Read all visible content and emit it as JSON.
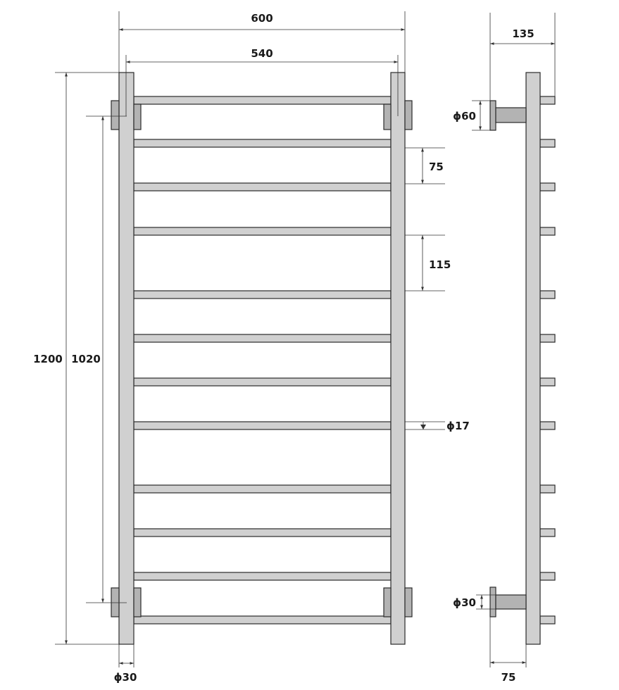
{
  "drawing": {
    "front_view": {
      "overall_width": "600",
      "rail_spacing": "540",
      "overall_height": "1200",
      "mount_spacing": "1020",
      "bar_gap_small": "75",
      "bar_gap_large": "115",
      "bar_diameter": "17",
      "post_diameter": "30",
      "diameter_symbol": "ϕ"
    },
    "side_view": {
      "depth": "135",
      "flange_diameter": "60",
      "pin_diameter": "30",
      "wall_offset": "75",
      "diameter_symbol": "ϕ"
    }
  }
}
